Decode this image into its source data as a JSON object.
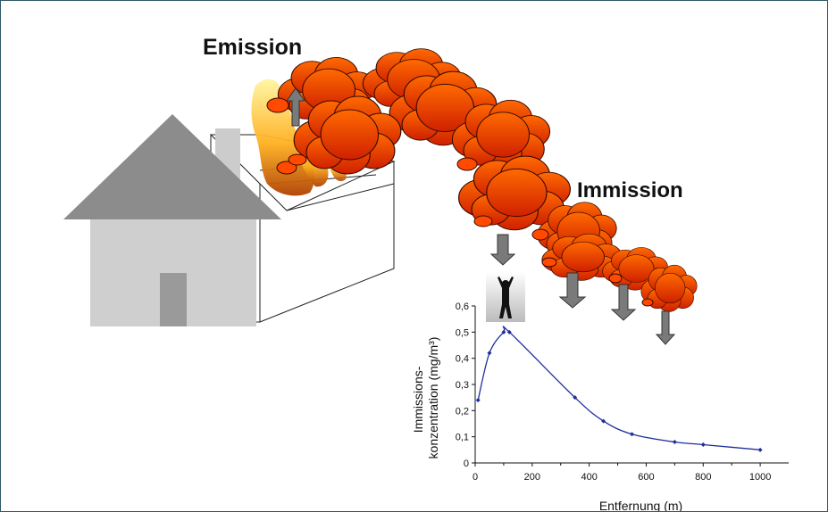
{
  "labels": {
    "emission": "Emission",
    "immission": "Immission"
  },
  "colors": {
    "house_roof": "#8c8c8c",
    "house_wall": "#cfcfcf",
    "house_door": "#9a9a9a",
    "smoke_top": "#ff5a00",
    "smoke_bottom": "#c81e00",
    "arrow": "#7a7a7a",
    "curve": "#1f2f9a"
  },
  "icons": [
    "house-icon",
    "building-icon",
    "fire-icon",
    "smoke-cloud-icon",
    "down-arrow-icon",
    "person-icon"
  ],
  "chart_data": {
    "type": "line",
    "xlabel": "Entfernung (m)",
    "ylabel_line1": "Immissions-",
    "ylabel_line2": "konzentration (mg/m³)",
    "xlim": [
      0,
      1100
    ],
    "ylim": [
      0,
      0.6
    ],
    "x_ticks": [
      0,
      200,
      400,
      600,
      800,
      1000
    ],
    "x_tick_labels": [
      "0",
      "200",
      "400",
      "600",
      "800",
      "1000"
    ],
    "y_ticks": [
      0,
      0.1,
      0.2,
      0.3,
      0.4,
      0.5,
      0.6
    ],
    "y_tick_labels": [
      "0",
      "0,1",
      "0,2",
      "0,3",
      "0,4",
      "0,5",
      "0,6"
    ],
    "series": [
      {
        "x": [
          10,
          50,
          100,
          120,
          350,
          450,
          550,
          700,
          800,
          1000
        ],
        "y": [
          0.24,
          0.42,
          0.5,
          0.5,
          0.25,
          0.16,
          0.11,
          0.08,
          0.07,
          0.05
        ]
      }
    ]
  }
}
